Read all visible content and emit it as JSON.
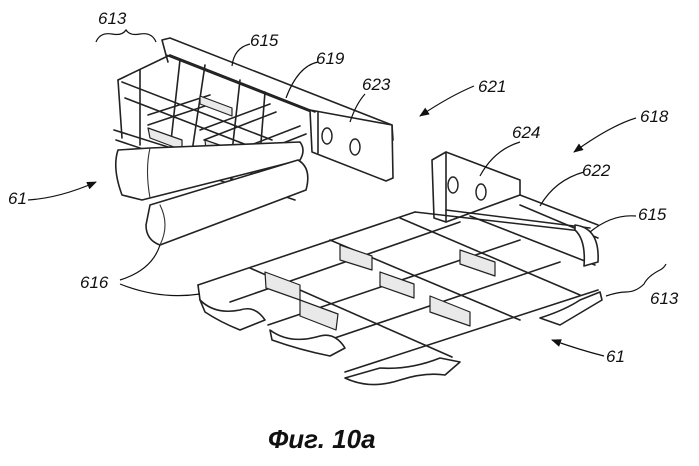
{
  "caption": "Фиг. 10а",
  "labels": {
    "l613_top": "613",
    "l615_top": "615",
    "l619": "619",
    "l623": "623",
    "l621": "621",
    "l618": "618",
    "l624": "624",
    "l622": "622",
    "l615_right": "615",
    "l61_left": "61",
    "l616": "616",
    "l613_right": "613",
    "l61_bottom": "61"
  }
}
